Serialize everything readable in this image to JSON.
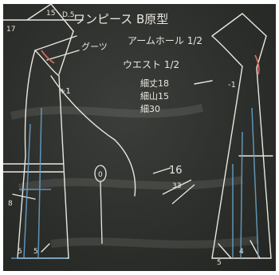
{
  "board": {
    "title": "ワンピース B原型",
    "notes": {
      "side_dart": "グーツ",
      "armhole": "アームホール 1/2",
      "waist": "ウエスト 1/2",
      "fig1": "細丈18",
      "fig2": "細山15",
      "fig3": "細30"
    },
    "labels": {
      "top_num_left": "15",
      "top_num_d": "D.5",
      "left_margin_num": "17",
      "left_small_num": "+1",
      "right_small_num": "-1",
      "bottom_left_a": "5",
      "bottom_left_b": "5",
      "bottom_right": "4",
      "middle_num_a": "16",
      "middle_num_b": "33",
      "middle_circle": "0",
      "left_label_s": "8",
      "right_label_s": "5"
    },
    "colors": {
      "board": "#2f312e",
      "chalk": "#e9e7df",
      "blue_chalk": "#6aa6cf",
      "red_chalk": "#d96a5a"
    }
  }
}
